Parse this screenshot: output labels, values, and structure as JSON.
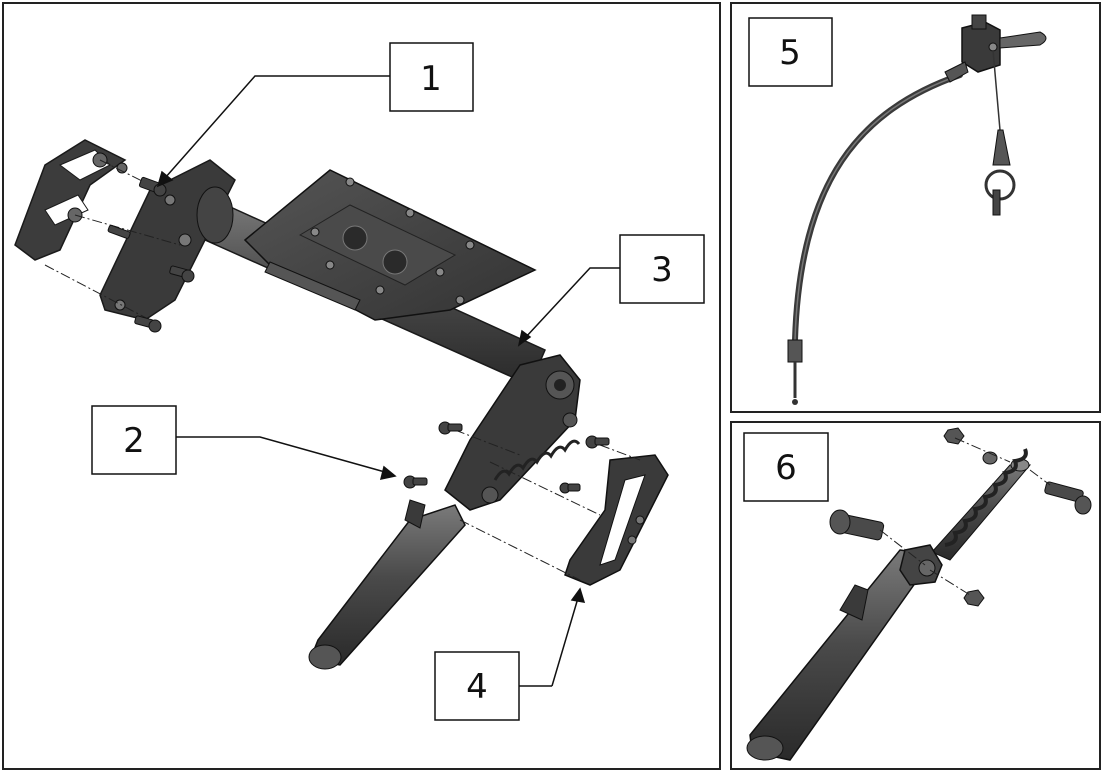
{
  "callouts": {
    "c1": "1",
    "c2": "2",
    "c3": "3",
    "c4": "4",
    "c5": "5",
    "c6": "6"
  },
  "colors": {
    "part_dark": "#3a3a3a",
    "part_mid": "#5a5a5a",
    "part_light": "#8a8a8a",
    "frame": "#222222"
  }
}
